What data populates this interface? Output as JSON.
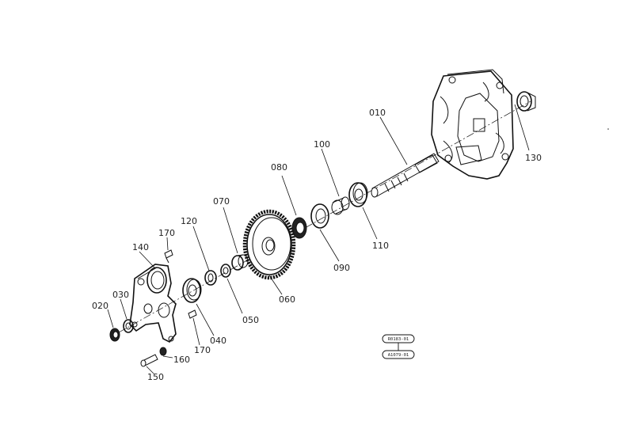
{
  "parts": {
    "p010": "010",
    "p020": "020",
    "p030": "030",
    "p040": "040",
    "p050": "050",
    "p060": "060",
    "p070": "070",
    "p080": "080",
    "p090": "090",
    "p100": "100",
    "p110": "110",
    "p120": "120",
    "p130": "130",
    "p140": "140",
    "p150": "150",
    "p160": "160",
    "p170a": "170",
    "p170b": "170"
  },
  "stamp": {
    "top": "R0183-01",
    "bottom": "A1079-01"
  }
}
